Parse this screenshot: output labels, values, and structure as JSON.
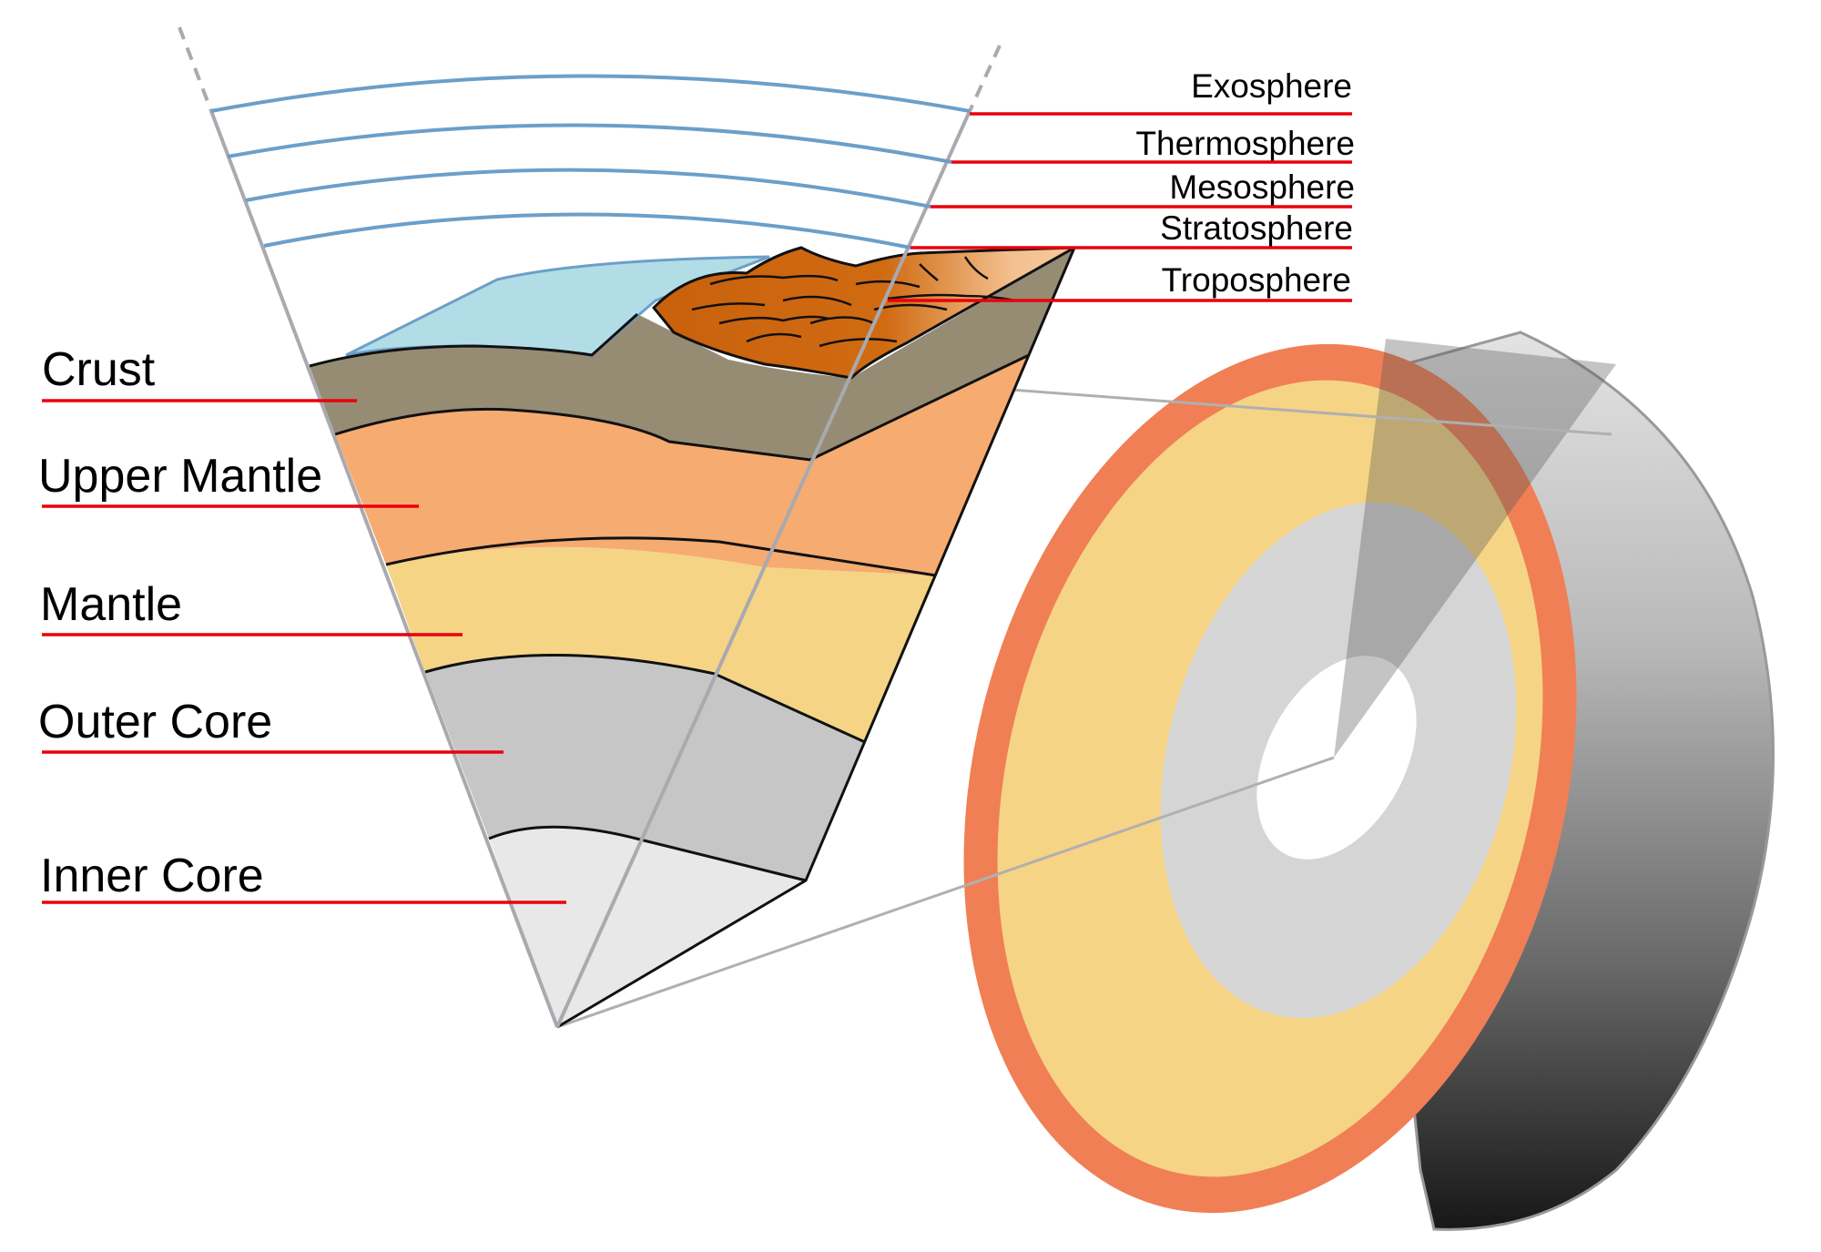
{
  "diagram": {
    "left_labels": [
      {
        "id": "crust",
        "text": "Crust"
      },
      {
        "id": "upper-mantle",
        "text": "Upper Mantle"
      },
      {
        "id": "mantle",
        "text": "Mantle"
      },
      {
        "id": "outer-core",
        "text": "Outer Core"
      },
      {
        "id": "inner-core",
        "text": "Inner Core"
      }
    ],
    "right_labels": [
      {
        "id": "exosphere",
        "text": "Exosphere"
      },
      {
        "id": "thermosphere",
        "text": "Thermosphere"
      },
      {
        "id": "mesosphere",
        "text": "Mesosphere"
      },
      {
        "id": "stratosphere",
        "text": "Stratosphere"
      },
      {
        "id": "troposphere",
        "text": "Troposphere"
      }
    ]
  },
  "colors": {
    "leader_line": "#e8000b",
    "atmosphere_line": "#6b9fc9",
    "ocean": "#b2dde6",
    "crust": "#968c74",
    "upper_mantle": "#f6ab71",
    "mantle": "#f5d485",
    "outer_core": "#c6c6c6",
    "inner_core": "#e8e8e8",
    "mountain": "#cc6a10",
    "sphere_rim": "#f07f55"
  }
}
